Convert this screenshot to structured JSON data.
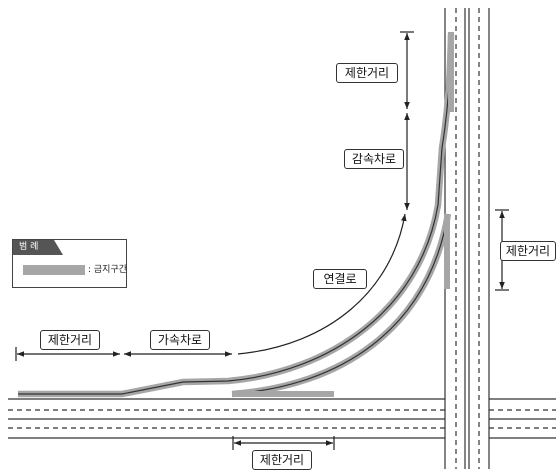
{
  "labels": {
    "top_limit": "제한거리",
    "decel_lane": "감속차로",
    "right_limit": "제한거리",
    "connector": "연결로",
    "left_limit": "제한거리",
    "accel_lane": "가속차로",
    "bottom_limit": "제한거리"
  },
  "legend": {
    "title": "범 례",
    "item": ": 금지구간"
  },
  "colors": {
    "road_line": "#333333",
    "prohibited_zone": "#a6a6a6",
    "background": "#ffffff"
  }
}
